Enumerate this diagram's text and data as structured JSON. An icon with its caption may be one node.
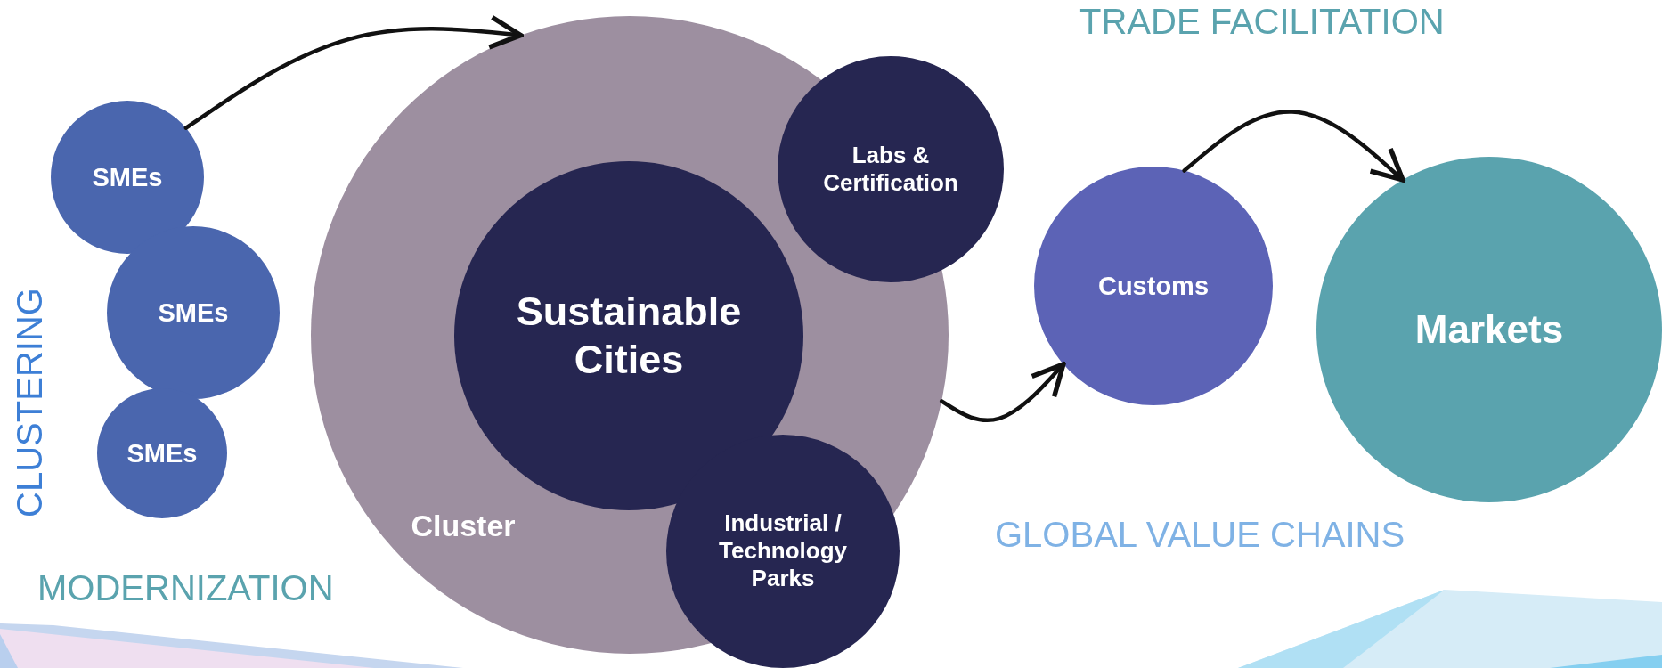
{
  "diagram": {
    "nodes": [
      {
        "text": [
          "SMEs"
        ]
      },
      {
        "text": [
          "SMEs"
        ]
      },
      {
        "text": [
          "SMEs"
        ]
      },
      {
        "text": [
          "Cluster"
        ]
      },
      {
        "text": [
          "Sustainable Cities"
        ],
        "in": 3
      },
      {
        "text": [
          "Labs & Certification"
        ]
      },
      {
        "text": [
          "Industrial / Technology Parks"
        ]
      },
      {
        "text": [
          "Customs"
        ]
      },
      {
        "text": [
          "Markets"
        ]
      }
    ],
    "edges": [
      {
        "from": 0,
        "to": 3,
        "arrow": "to"
      },
      {
        "from": 3,
        "to": 7,
        "arrow": "to"
      },
      {
        "from": 7,
        "to": 8,
        "arrow": "to"
      }
    ],
    "labels": [
      "TRADE FACILITATION",
      "CLUSTERING",
      "GLOBAL VALUE CHAINS",
      "MODERNIZATION"
    ]
  }
}
